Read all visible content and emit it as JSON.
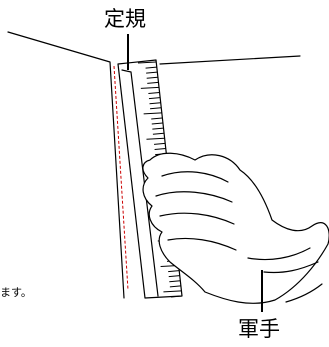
{
  "labels": {
    "ruler": "定規",
    "glove": "軍手",
    "caption_fragment": "ます。"
  },
  "colors": {
    "line": "#000000",
    "guide_line": "#cc0000",
    "background": "#ffffff"
  }
}
